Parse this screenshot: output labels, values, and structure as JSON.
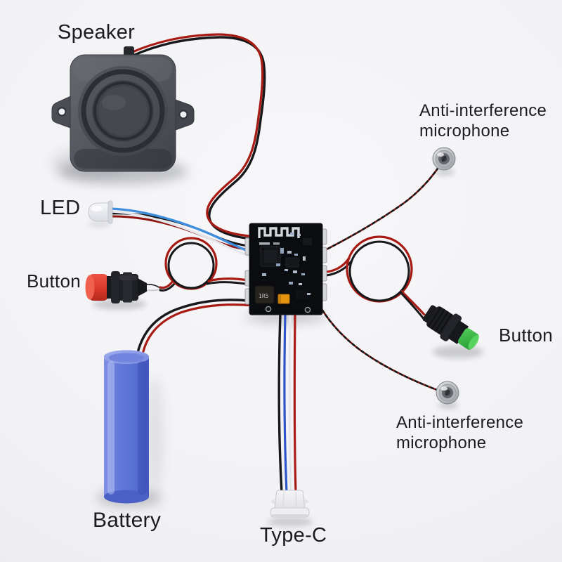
{
  "labels": {
    "speaker": "Speaker",
    "led": "LED",
    "button_left": "Button",
    "button_right": "Button",
    "battery": "Battery",
    "type_c": "Type-C",
    "mic_top_line1": "Anti-interference",
    "mic_top_line2": "microphone",
    "mic_bottom_line1": "Anti-interference",
    "mic_bottom_line2": "microphone"
  },
  "pcb": {
    "silkscreen_marking": "1R5"
  },
  "components": [
    {
      "name": "speaker",
      "label": "Speaker",
      "body_color": "#53565c"
    },
    {
      "name": "led",
      "label": "LED",
      "lens_color": "#eef0f4"
    },
    {
      "name": "button-left",
      "label": "Button",
      "cap_color": "#d93a2a"
    },
    {
      "name": "button-right",
      "label": "Button",
      "cap_color": "#2fb53c"
    },
    {
      "name": "battery",
      "label": "Battery",
      "body_color": "#5b74d6"
    },
    {
      "name": "type-c-connector",
      "label": "Type-C",
      "shell_color": "#ededf0"
    },
    {
      "name": "microphone-top",
      "label": "Anti-interference microphone",
      "shell_color": "#b7babf"
    },
    {
      "name": "microphone-bottom",
      "label": "Anti-interference microphone",
      "shell_color": "#b7babf"
    },
    {
      "name": "control-board",
      "label": "",
      "board_color": "#0b0c0f"
    }
  ],
  "colors": {
    "background": "#f1f1f4",
    "text": "#1c1c1e",
    "wire_red": "#a81b14",
    "wire_black": "#17181a",
    "wire_blue": "#3e8ee0",
    "wire_white": "#e4e6ea"
  }
}
